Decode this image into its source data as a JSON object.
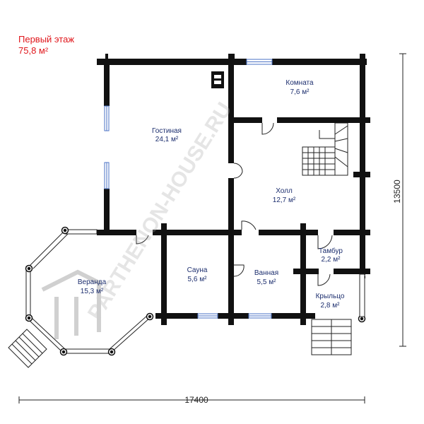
{
  "floor": {
    "title": "Первый этаж",
    "area": "75,8 м²"
  },
  "rooms": {
    "living": {
      "name": "Гостиная",
      "area": "24,1 м²"
    },
    "room": {
      "name": "Комната",
      "area": "7,6 м²"
    },
    "hall": {
      "name": "Холл",
      "area": "12,7 м²"
    },
    "vestibule": {
      "name": "Тамбур",
      "area": "2,2 м²"
    },
    "porch": {
      "name": "Крыльцо",
      "area": "2,8 м²"
    },
    "veranda": {
      "name": "Веранда",
      "area": "15,3 м²"
    },
    "sauna": {
      "name": "Сауна",
      "area": "5,6 м²"
    },
    "bath": {
      "name": "Ванная",
      "area": "5,5 м²"
    }
  },
  "dimensions": {
    "width": "17400",
    "height": "13500"
  },
  "watermark": {
    "text": "PARTHENON-HOUSE.RU",
    "color": "#aaaaaa"
  },
  "colors": {
    "wall": "#111111",
    "window": "#4a72c4",
    "title": "#e0161b",
    "label": "#1c2e6e"
  }
}
